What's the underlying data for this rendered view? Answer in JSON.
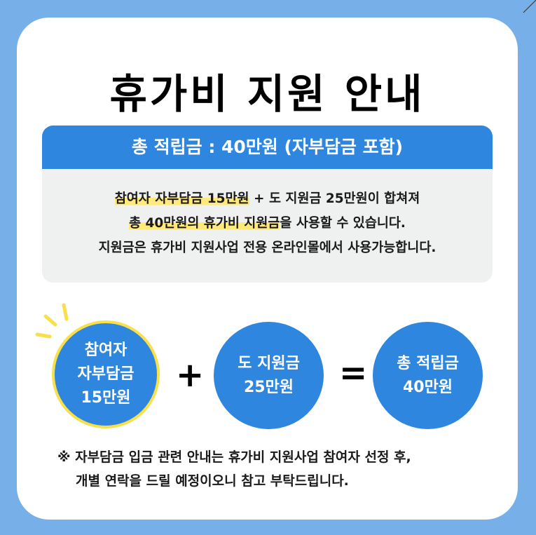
{
  "title": "휴가비 지원 안내",
  "info_box": {
    "header": "총 적립금 : 40만원 (자부담금 포함)",
    "line1_highlight": "참여자 자부담금 15만원",
    "line1_rest": " + 도 지원금 25만원이 합쳐져",
    "line2_highlight": "총 40만원의 휴가비 지원금",
    "line2_rest": "을 사용할 수 있습니다.",
    "line3": "지원금은 휴가비 지원사업 전용 온라인몰에서 사용가능합니다."
  },
  "equation": {
    "circle1": {
      "line1": "참여자",
      "line2": "자부담금",
      "line3": "15만원"
    },
    "plus": "+",
    "circle2": {
      "line1": "도 지원금",
      "line2": "25만원"
    },
    "equals": "=",
    "circle3": {
      "line1": "총 적립금",
      "line2": "40만원"
    }
  },
  "note": {
    "line1": "※ 자부담금 입금 관련 안내는 휴가비 지원사업 참여자 선정 후,",
    "line2": "개별 연락을 드릴 예정이오니 참고 부탁드립니다."
  },
  "colors": {
    "background": "#77b0e8",
    "card": "#ffffff",
    "accent_blue": "#2f86de",
    "info_body": "#eff0f0",
    "highlight_yellow": "#ffe978",
    "circle_ring": "#f8e04a"
  }
}
